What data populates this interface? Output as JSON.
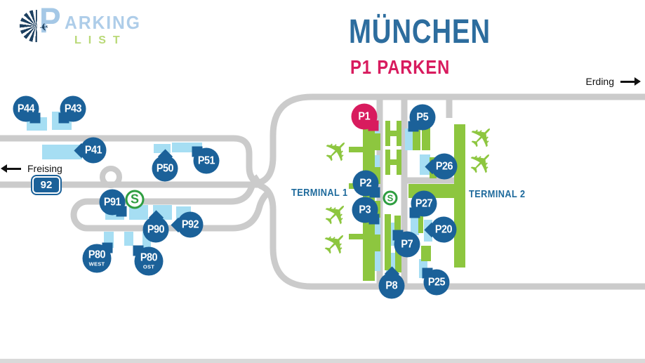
{
  "logo": {
    "p_letter": "P",
    "wordmark_rest": "ARKING",
    "wordmark_sub": "LIST",
    "plane_icon": "✈"
  },
  "header": {
    "title": "MÜNCHEN",
    "subtitle": "P1 PARKEN"
  },
  "direction_signs": {
    "right": {
      "label": "Erding"
    },
    "left": {
      "label": "Freising"
    }
  },
  "road_sign": {
    "label": "92"
  },
  "sbahn_station": {
    "label": "S"
  },
  "terminals": [
    {
      "label": "TERMINAL 1"
    },
    {
      "label": "TERMINAL 2"
    }
  ],
  "markers": [
    {
      "label": "P44"
    },
    {
      "label": "P43"
    },
    {
      "label": "P41"
    },
    {
      "label": "P50"
    },
    {
      "label": "P51"
    },
    {
      "label": "P91"
    },
    {
      "label": "P90"
    },
    {
      "label": "P92"
    },
    {
      "label": "P80",
      "sublabel": "WEST"
    },
    {
      "label": "P80",
      "sublabel": "OST"
    },
    {
      "label": "P1",
      "highlight": true
    },
    {
      "label": "P5"
    },
    {
      "label": "P2"
    },
    {
      "label": "P3"
    },
    {
      "label": "P26"
    },
    {
      "label": "P27"
    },
    {
      "label": "P20"
    },
    {
      "label": "P7"
    },
    {
      "label": "P8"
    },
    {
      "label": "P25"
    }
  ],
  "airplane_icon": "✈",
  "colors": {
    "marker_blue": "#1b6199",
    "highlight_pink": "#d81b5e",
    "building_green": "#8dc63f",
    "parking_lot_blue": "#a6def3",
    "road_gray": "#cbcbcb",
    "title_blue": "#2d6d9e",
    "sbahn_green": "#2f9e41",
    "logo_light_blue": "#a5c8e6",
    "logo_navy": "#1d4060",
    "logo_green": "#b9d977"
  }
}
